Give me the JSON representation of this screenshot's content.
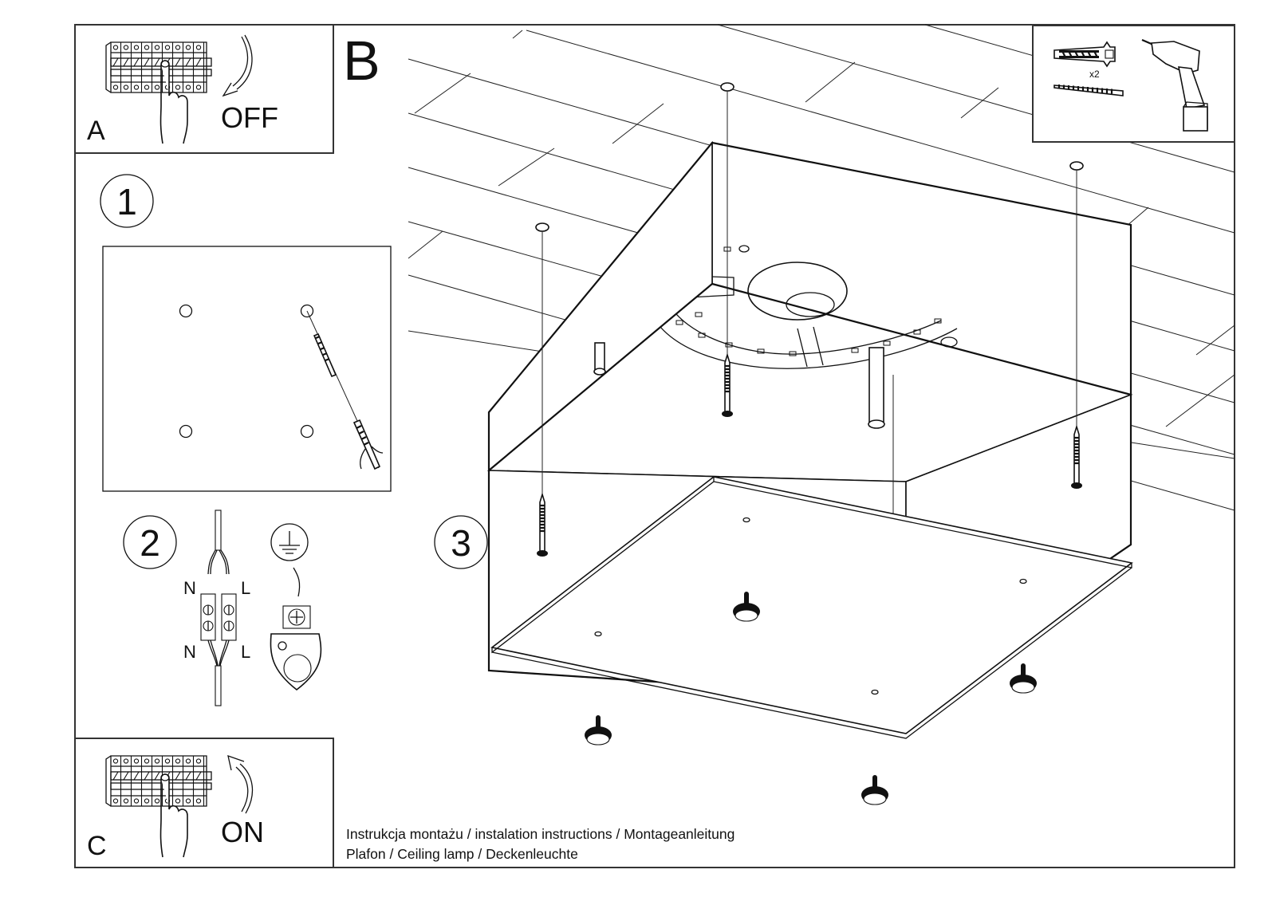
{
  "sheet": {
    "title_line_1": "Instrukcja montażu / instalation instructions / Montageanleitung",
    "title_line_2": "Plafon / Ceiling lamp / Deckenleuchte"
  },
  "panels": {
    "a": {
      "letter": "A",
      "action": "OFF",
      "icon": "circuit-breaker-icon"
    },
    "b": {
      "letter": "B",
      "tools": {
        "quantity": "x2",
        "items": [
          "wall-plug-icon",
          "screw-icon",
          "cordless-drill-icon"
        ]
      }
    },
    "c": {
      "letter": "C",
      "action": "ON",
      "icon": "circuit-breaker-icon"
    }
  },
  "steps": [
    {
      "number": "1",
      "description_icon": "drill-holes-template"
    },
    {
      "number": "2",
      "wiring": {
        "top_left": "N",
        "top_right": "L",
        "bottom_left": "N",
        "bottom_right": "L",
        "ground_symbol": "earth-ground-icon"
      }
    },
    {
      "number": "3",
      "description_icon": "mount-lamp-to-ceiling"
    }
  ]
}
